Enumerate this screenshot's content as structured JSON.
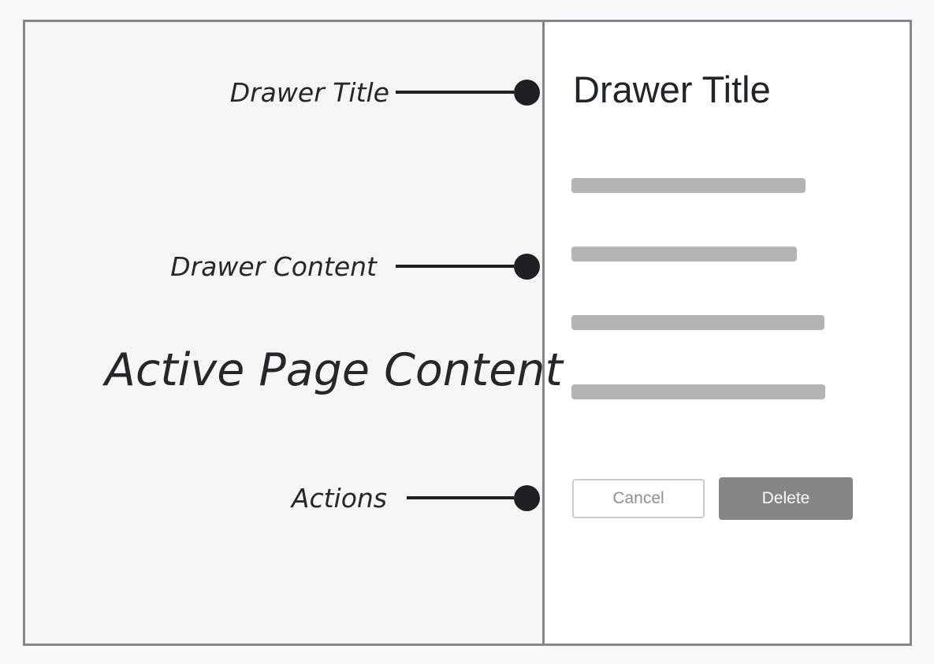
{
  "annotations": {
    "drawer_title": {
      "label": "Drawer Title"
    },
    "drawer_content": {
      "label": "Drawer Content"
    },
    "actions": {
      "label": "Actions"
    },
    "active_page": {
      "label": "Active Page Content"
    }
  },
  "drawer": {
    "title": "Drawer Title",
    "placeholder_bar_count": 4,
    "buttons": {
      "cancel": "Cancel",
      "delete": "Delete"
    }
  },
  "colors": {
    "page_background": "#f8f9fa",
    "panel_background": "#f5f6f8",
    "drawer_background": "#ffffff",
    "frame_border": "#85878a",
    "annotation_ink": "#1d1f23",
    "placeholder_bar": "#b1b3b5",
    "delete_button_background": "#838587",
    "delete_button_text": "#fbfbfb",
    "cancel_button_text": "#8e9093",
    "cancel_button_border": "#c9cbcd",
    "drawer_title_text": "#212428"
  }
}
